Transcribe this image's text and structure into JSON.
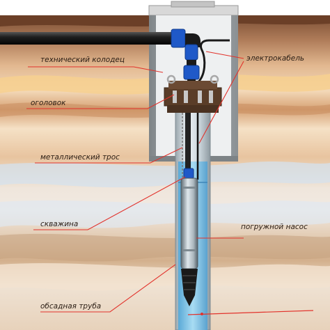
{
  "labels": {
    "well_chamber": "технический колодец",
    "electric_cable": "электрокабель",
    "wellhead": "оголовок",
    "steel_cable": "металлический трос",
    "borehole": "скважина",
    "submersible_pump": "погружной насос",
    "casing_pipe": "обсадная труба"
  },
  "colors": {
    "callout_line": "#e2322b",
    "water": "#8fcbe9",
    "casing": "#dde6ec",
    "soil_dark": "#8a5a3c",
    "soil_light": "#f1dcc0",
    "sand_layer": "#f6cf8a",
    "fitting_blue": "#1f59c8",
    "wellhead_brown": "#5a3d28"
  }
}
